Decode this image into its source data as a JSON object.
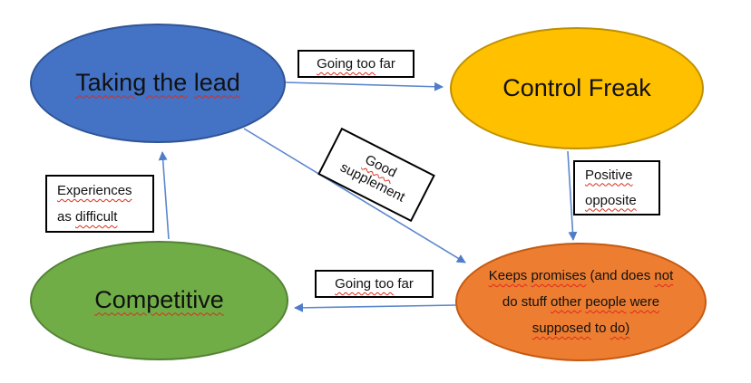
{
  "diagram": {
    "type": "concept-map",
    "background": "#ffffff",
    "arrow_color": "#5b87ce",
    "arrowhead_color": "#4f7dc8",
    "spellcheck_color": "#dd2b1c",
    "nodes": {
      "taking_the_lead": {
        "fill": "#4472c4",
        "border": "#2f5496",
        "segments": [
          {
            "t": "Taking the",
            "w": true
          },
          {
            "t": "lead",
            "w": true
          }
        ]
      },
      "control_freak": {
        "fill": "#ffc000",
        "border": "#bf9000",
        "segments": [
          {
            "t": "Control Freak",
            "w": false
          }
        ]
      },
      "competitive": {
        "fill": "#70ad47",
        "border": "#548235",
        "segments": [
          {
            "t": "Competitive",
            "w": true
          }
        ]
      },
      "keeps_promises": {
        "fill": "#ed7d31",
        "border": "#c55a11",
        "lines": [
          [
            {
              "t": "Keeps",
              "w": true
            },
            {
              "t": "promises",
              "w": true
            },
            {
              "t": "(and does",
              "w": false
            },
            {
              "t": "not",
              "w": true
            }
          ],
          [
            {
              "t": "do stuff",
              "w": false
            },
            {
              "t": "other",
              "w": true
            },
            {
              "t": "people",
              "w": true
            },
            {
              "t": "were",
              "w": true
            }
          ],
          [
            {
              "t": "supposed",
              "w": true
            },
            {
              "t": "to",
              "w": false
            },
            {
              "t": "do)",
              "w": true
            }
          ]
        ]
      }
    },
    "labels": {
      "going_too_far_top": {
        "segments": [
          {
            "t": "Going too",
            "w": true
          },
          {
            "t": "far",
            "w": false
          }
        ]
      },
      "good_supplement": {
        "lines": [
          [
            {
              "t": "Good",
              "w": true
            }
          ],
          [
            {
              "t": "supplement",
              "w": false
            }
          ]
        ]
      },
      "experiences_as_difficult": {
        "lines": [
          [
            {
              "t": "Experiences",
              "w": true
            }
          ],
          [
            {
              "t": "as",
              "w": false
            },
            {
              "t": "difficult",
              "w": true
            }
          ]
        ]
      },
      "positive_opposite": {
        "lines": [
          [
            {
              "t": "Positive",
              "w": true
            }
          ],
          [
            {
              "t": "opposite",
              "w": true
            }
          ]
        ]
      },
      "going_too_far_bottom": {
        "segments": [
          {
            "t": "Going too",
            "w": true
          },
          {
            "t": "far",
            "w": false
          }
        ]
      }
    },
    "connectors": [
      {
        "from": "taking_the_lead",
        "to": "control_freak",
        "label": "Going too far"
      },
      {
        "from": "taking_the_lead",
        "to": "keeps_promises",
        "label": "Good supplement"
      },
      {
        "from": "control_freak",
        "to": "keeps_promises",
        "label": "Positive opposite"
      },
      {
        "from": "keeps_promises",
        "to": "competitive",
        "label": "Going too far"
      },
      {
        "from": "competitive",
        "to": "taking_the_lead",
        "label": "Experiences as difficult"
      }
    ]
  }
}
